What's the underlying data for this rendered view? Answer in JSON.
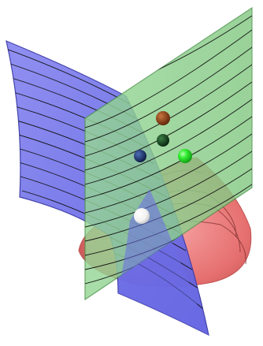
{
  "scene": {
    "description_visible_text": "",
    "colors": {
      "background": "#ffffff",
      "blue_sheet": "#7777ee",
      "blue_sheet_edge": "#3333aa",
      "green_sheet": "#8fcf8f",
      "green_sheet_edge": "#3d8a3d",
      "red_cone": "#ee7777",
      "red_cone_dark": "#b34a4a",
      "contour_line": "#111111",
      "sphere_brown": "#8a3a10",
      "sphere_dark_green": "#0f3b16",
      "sphere_bright_green": "#22dd22",
      "sphere_navy": "#13285e",
      "sphere_white": "#ffffff"
    },
    "spheres": [
      {
        "name": "brown",
        "color_key": "sphere_brown"
      },
      {
        "name": "dark-green",
        "color_key": "sphere_dark_green"
      },
      {
        "name": "bright-green",
        "color_key": "sphere_bright_green"
      },
      {
        "name": "navy",
        "color_key": "sphere_navy"
      },
      {
        "name": "white",
        "color_key": "sphere_white"
      }
    ]
  }
}
